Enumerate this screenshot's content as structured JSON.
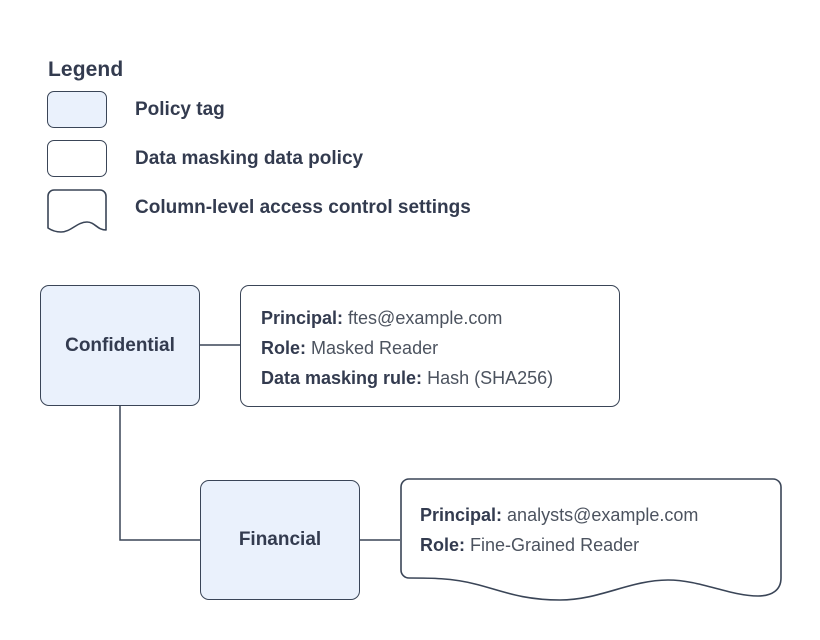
{
  "legend": {
    "title": "Legend",
    "items": [
      {
        "label": "Policy tag",
        "swatch": "rounded-rect-filled"
      },
      {
        "label": "Data masking data policy",
        "swatch": "rounded-rect-outline"
      },
      {
        "label": "Column-level access control settings",
        "swatch": "wavy-bottom-rect"
      }
    ]
  },
  "nodes": [
    {
      "id": "confidential",
      "label": "Confidential"
    },
    {
      "id": "financial",
      "label": "Financial"
    }
  ],
  "cards": {
    "masking": {
      "lines": [
        {
          "key": "Principal:",
          "value": "ftes@example.com"
        },
        {
          "key": "Role:",
          "value": "Masked Reader"
        },
        {
          "key": "Data masking rule:",
          "value": "Hash (SHA256)"
        }
      ]
    },
    "access": {
      "lines": [
        {
          "key": "Principal:",
          "value": "analysts@example.com"
        },
        {
          "key": "Role:",
          "value": "Fine-Grained Reader"
        }
      ]
    }
  },
  "colors": {
    "node_fill": "#eaf1fc",
    "stroke": "#3a4557",
    "text": "#333b4f",
    "value_text": "#4c535f",
    "background": "#ffffff"
  }
}
